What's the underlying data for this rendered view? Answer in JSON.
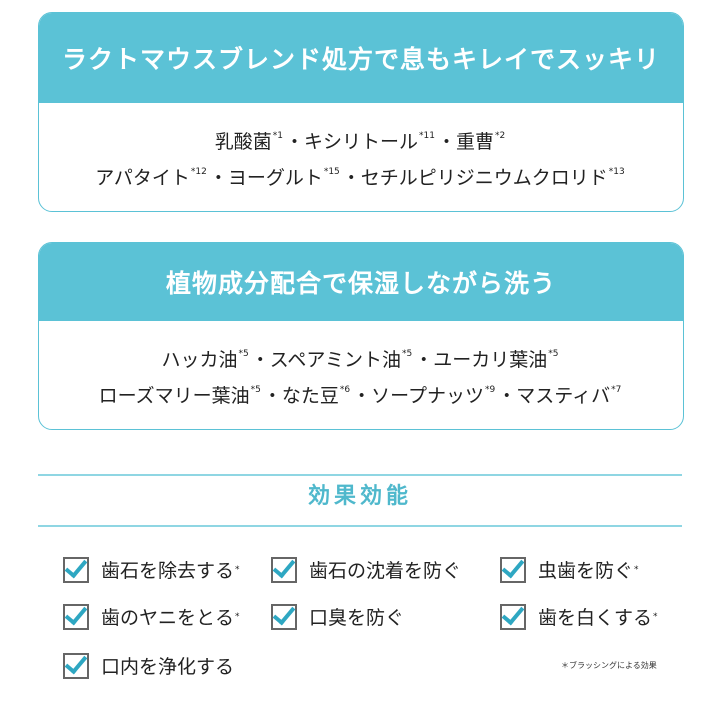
{
  "card1": {
    "title": "ラクトマウスブレンド処方で息もキレイでスッキリ",
    "lines": [
      [
        {
          "t": "乳酸菌",
          "s": "*1"
        },
        {
          "t": "・キシリトール",
          "s": "*11"
        },
        {
          "t": "・重曹",
          "s": "*2"
        }
      ],
      [
        {
          "t": "アパタイト",
          "s": "*12"
        },
        {
          "t": "・ヨーグルト",
          "s": "*15"
        },
        {
          "t": "・セチルピリジニウムクロリド",
          "s": "*13"
        }
      ]
    ]
  },
  "card2": {
    "title": "植物成分配合で保湿しながら洗う",
    "lines": [
      [
        {
          "t": "ハッカ油",
          "s": "*5"
        },
        {
          "t": "・スペアミント油",
          "s": "*5"
        },
        {
          "t": "・ユーカリ葉油",
          "s": "*5"
        }
      ],
      [
        {
          "t": "ローズマリー葉油",
          "s": "*5"
        },
        {
          "t": "・なた豆",
          "s": "*6"
        },
        {
          "t": "・ソープナッツ",
          "s": "*9"
        },
        {
          "t": "・マスティバ",
          "s": "*7"
        }
      ]
    ]
  },
  "effects": {
    "title": "効果効能",
    "items": [
      {
        "label": "歯石を除去する",
        "mark": "*"
      },
      {
        "label": "歯石の沈着を防ぐ",
        "mark": ""
      },
      {
        "label": "虫歯を防ぐ",
        "mark": "*"
      },
      {
        "label": "歯のヤニをとる",
        "mark": "*"
      },
      {
        "label": "口臭を防ぐ",
        "mark": ""
      },
      {
        "label": "歯を白くする",
        "mark": "*"
      },
      {
        "label": "口内を浄化する",
        "mark": ""
      }
    ],
    "note": "＊ブラッシングによる効果"
  },
  "colors": {
    "accent": "#5bc2d6",
    "check": "#2ea7c2",
    "title": "#4fb8cc"
  }
}
